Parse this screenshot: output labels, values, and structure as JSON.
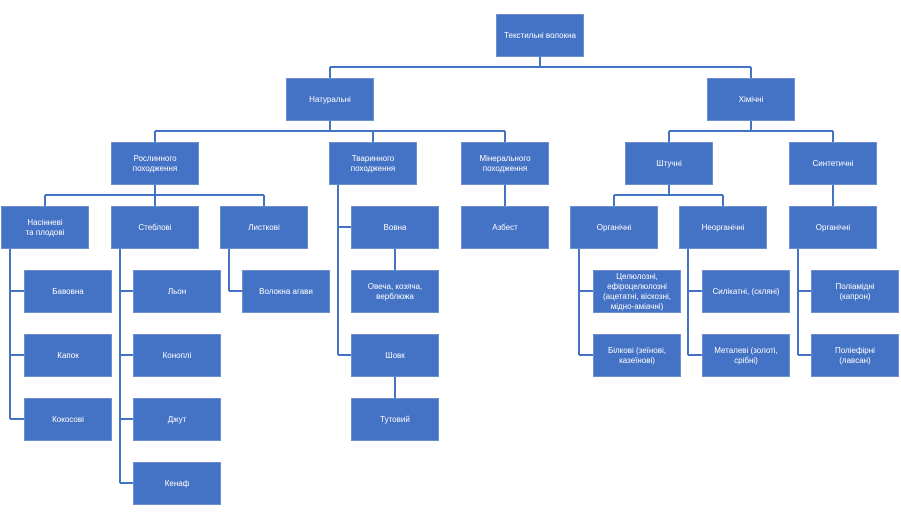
{
  "colors": {
    "box": "#4472C4",
    "line": "#4472C4",
    "text": "#ffffff"
  },
  "nodes": {
    "root": "Текстильні волокна",
    "natural": "Натуральні",
    "chemical": "Хімічні",
    "plant": "Рослинного походження",
    "animal": "Тваринного походження",
    "mineral": "Мінерального\nпоходження",
    "artificial": "Штучні",
    "synthetic": "Синтетичні",
    "seed": "Насінневі\nта плодові",
    "stem": "Стеблові",
    "leaf": "Листкові",
    "wool": "Вовна",
    "asbestos": "Азбест",
    "art_organic": "Органічні",
    "art_inorganic": "Неорганічні",
    "syn_organic": "Органічні",
    "cotton": "Бавовна",
    "kapok": "Капок",
    "coconut": "Кокосові",
    "flax": "Льон",
    "hemp": "Коноплі",
    "jute": "Джут",
    "kenaf": "Кенаф",
    "agave": "Волокна агави",
    "wool_types": "Овеча, козяча, верблюжа",
    "silk": "Шовк",
    "mulberry": "Тутовий",
    "cellulose": "Целюлозні,\nефіроцелюлозні\n(ацетатні, віскозні, мідно-аміачні)",
    "protein": "Білкові (зеїнові, казеїнові)",
    "silicate": "Силікатні, (скляні)",
    "metal": "Металеві (золоті, срібні)",
    "polyamide": "Поліамідні\n(капрон)",
    "polyester": "Поліефірні\n(лавсан)"
  }
}
